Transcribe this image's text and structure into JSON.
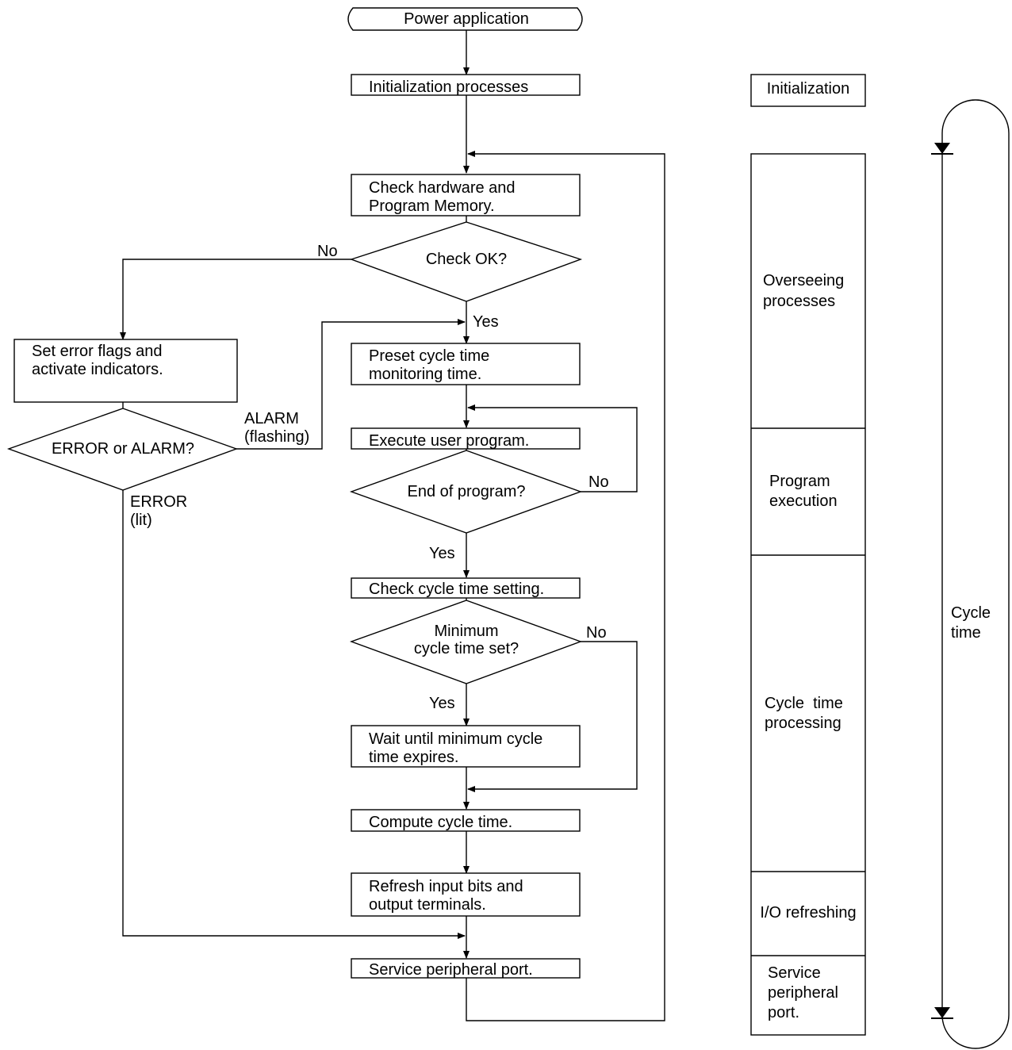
{
  "flow": {
    "start": "Power application",
    "init": "Initialization processes",
    "check_hw": [
      "Check hardware and",
      "Program Memory."
    ],
    "check_ok": "Check OK?",
    "set_error": [
      "Set error flags and",
      "activate indicators."
    ],
    "error_alarm": "ERROR or ALARM?",
    "preset": [
      "Preset cycle time",
      "monitoring time."
    ],
    "execute": "Execute user program.",
    "end_program": "End of program?",
    "check_cycle": "Check cycle time setting.",
    "min_cycle": [
      "Minimum",
      "cycle time set?"
    ],
    "wait": [
      "Wait until minimum cycle",
      "time expires."
    ],
    "compute": "Compute cycle time.",
    "refresh": [
      "Refresh input bits and",
      "output terminals."
    ],
    "service": "Service peripheral port."
  },
  "labels": {
    "no": "No",
    "yes": "Yes",
    "alarm": [
      "ALARM",
      "(flashing)"
    ],
    "error": [
      "ERROR",
      "(lit)"
    ]
  },
  "phases": {
    "initialization": "Initialization",
    "overseeing": [
      "Overseeing",
      "processes"
    ],
    "program_execution": [
      "Program",
      "execution"
    ],
    "cycle_time_processing": [
      "Cycle  time",
      "processing"
    ],
    "io_refreshing": "I/O refreshing",
    "service_port": [
      "Service",
      "peripheral",
      "port."
    ]
  },
  "cycle": [
    "Cycle",
    "time"
  ]
}
